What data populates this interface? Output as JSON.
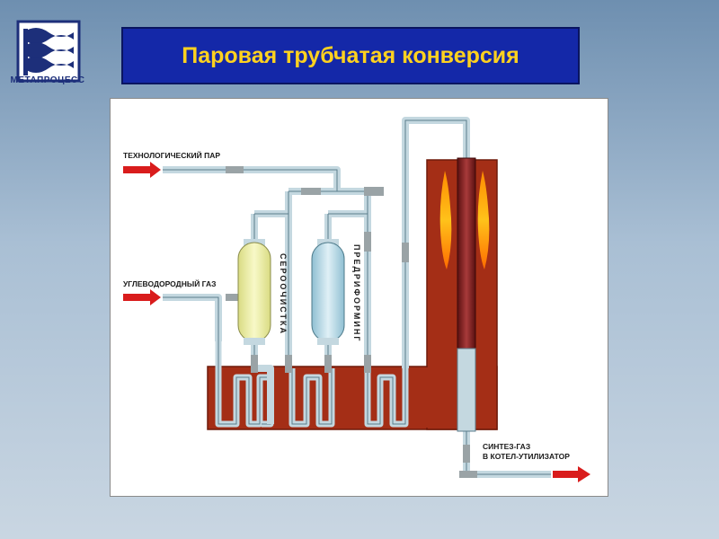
{
  "logo": {
    "text": "МЕТАПРОЦЕСС",
    "icon": "waves-logo-icon"
  },
  "title": "Паровая трубчатая конверсия",
  "diagram": {
    "inputs": {
      "steam": "ТЕХНОЛОГИЧЕСКИЙ ПАР",
      "gas": "УГЛЕВОДОРОДНЫЙ ГАЗ"
    },
    "vessels": {
      "desulfurization": "СЕРООЧИСТКА",
      "prereforming": "ПРЕДРИФОРМИНГ"
    },
    "output": {
      "line1": "СИНТЕЗ-ГАЗ",
      "line2": "В КОТЕЛ-УТИЛИЗАТОР"
    },
    "colors": {
      "furnace": "#a42e16",
      "pipe": "#c4d8e0",
      "arrow": "#d91c1c",
      "desulfurizer": "#eef0a8",
      "prereformer": "#b8dbe8",
      "title_bg": "#1428a8",
      "title_text": "#ffd21f"
    }
  }
}
